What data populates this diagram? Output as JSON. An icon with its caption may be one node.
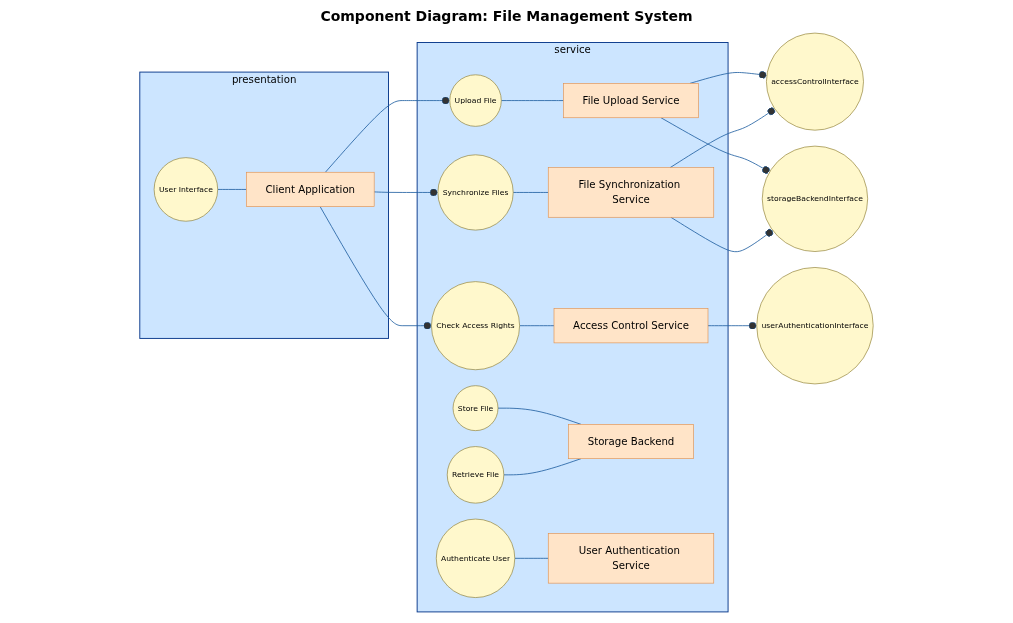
{
  "diagram": {
    "title": "Component Diagram: File Management System",
    "nodes": [
      {
        "text": [
          "presentation"
        ]
      },
      {
        "text": [
          "User Interface"
        ],
        "in": 0
      },
      {
        "text": [
          "Client Application"
        ],
        "in": 0
      },
      {
        "text": [
          "service"
        ]
      },
      {
        "text": [
          "Upload File"
        ],
        "in": 3
      },
      {
        "text": [
          "File Upload Service"
        ],
        "in": 3
      },
      {
        "text": [
          "Synchronize Files"
        ],
        "in": 3
      },
      {
        "text": [
          "File Synchronization Service"
        ],
        "in": 3
      },
      {
        "text": [
          "Check Access Rights"
        ],
        "in": 3
      },
      {
        "text": [
          "Access Control Service"
        ],
        "in": 3
      },
      {
        "text": [
          "Store File"
        ],
        "in": 3
      },
      {
        "text": [
          "Storage Backend"
        ],
        "in": 3
      },
      {
        "text": [
          "Retrieve File"
        ],
        "in": 3
      },
      {
        "text": [
          "Authenticate User"
        ],
        "in": 3
      },
      {
        "text": [
          "User Authentication Service"
        ],
        "in": 3
      },
      {
        "text": [
          "accessControlInterface"
        ]
      },
      {
        "text": [
          "storageBackendInterface"
        ]
      },
      {
        "text": [
          "userAuthenticationInterface"
        ]
      }
    ],
    "edges": [
      {
        "from": 1,
        "to": 2,
        "arrow": "none"
      },
      {
        "from": 2,
        "to": 4,
        "arrow": "other"
      },
      {
        "from": 2,
        "to": 6,
        "arrow": "other"
      },
      {
        "from": 2,
        "to": 8,
        "arrow": "other"
      },
      {
        "from": 4,
        "to": 5,
        "arrow": "none"
      },
      {
        "from": 6,
        "to": 7,
        "arrow": "none"
      },
      {
        "from": 8,
        "to": 9,
        "arrow": "none"
      },
      {
        "from": 5,
        "to": 15,
        "arrow": "other"
      },
      {
        "from": 5,
        "to": 16,
        "arrow": "other"
      },
      {
        "from": 7,
        "to": 15,
        "arrow": "other"
      },
      {
        "from": 7,
        "to": 16,
        "arrow": "other"
      },
      {
        "from": 9,
        "to": 17,
        "arrow": "other"
      },
      {
        "from": 10,
        "to": 11,
        "arrow": "none"
      },
      {
        "from": 12,
        "to": 11,
        "arrow": "none"
      },
      {
        "from": 13,
        "to": 14,
        "arrow": "none"
      }
    ]
  }
}
